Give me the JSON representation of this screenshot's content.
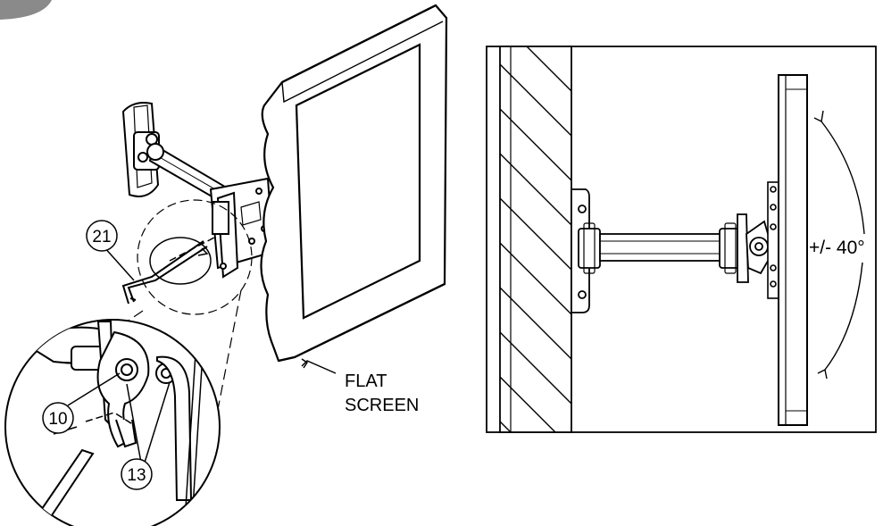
{
  "labels": {
    "callout_21": "21",
    "callout_10": "10",
    "callout_13": "13",
    "screen_line1": "FLAT",
    "screen_line2": "SCREEN",
    "tilt_angle": "+/- 40°"
  },
  "colors": {
    "line": "#000000",
    "background": "#ffffff",
    "corner_badge": "#8a8a8a"
  }
}
